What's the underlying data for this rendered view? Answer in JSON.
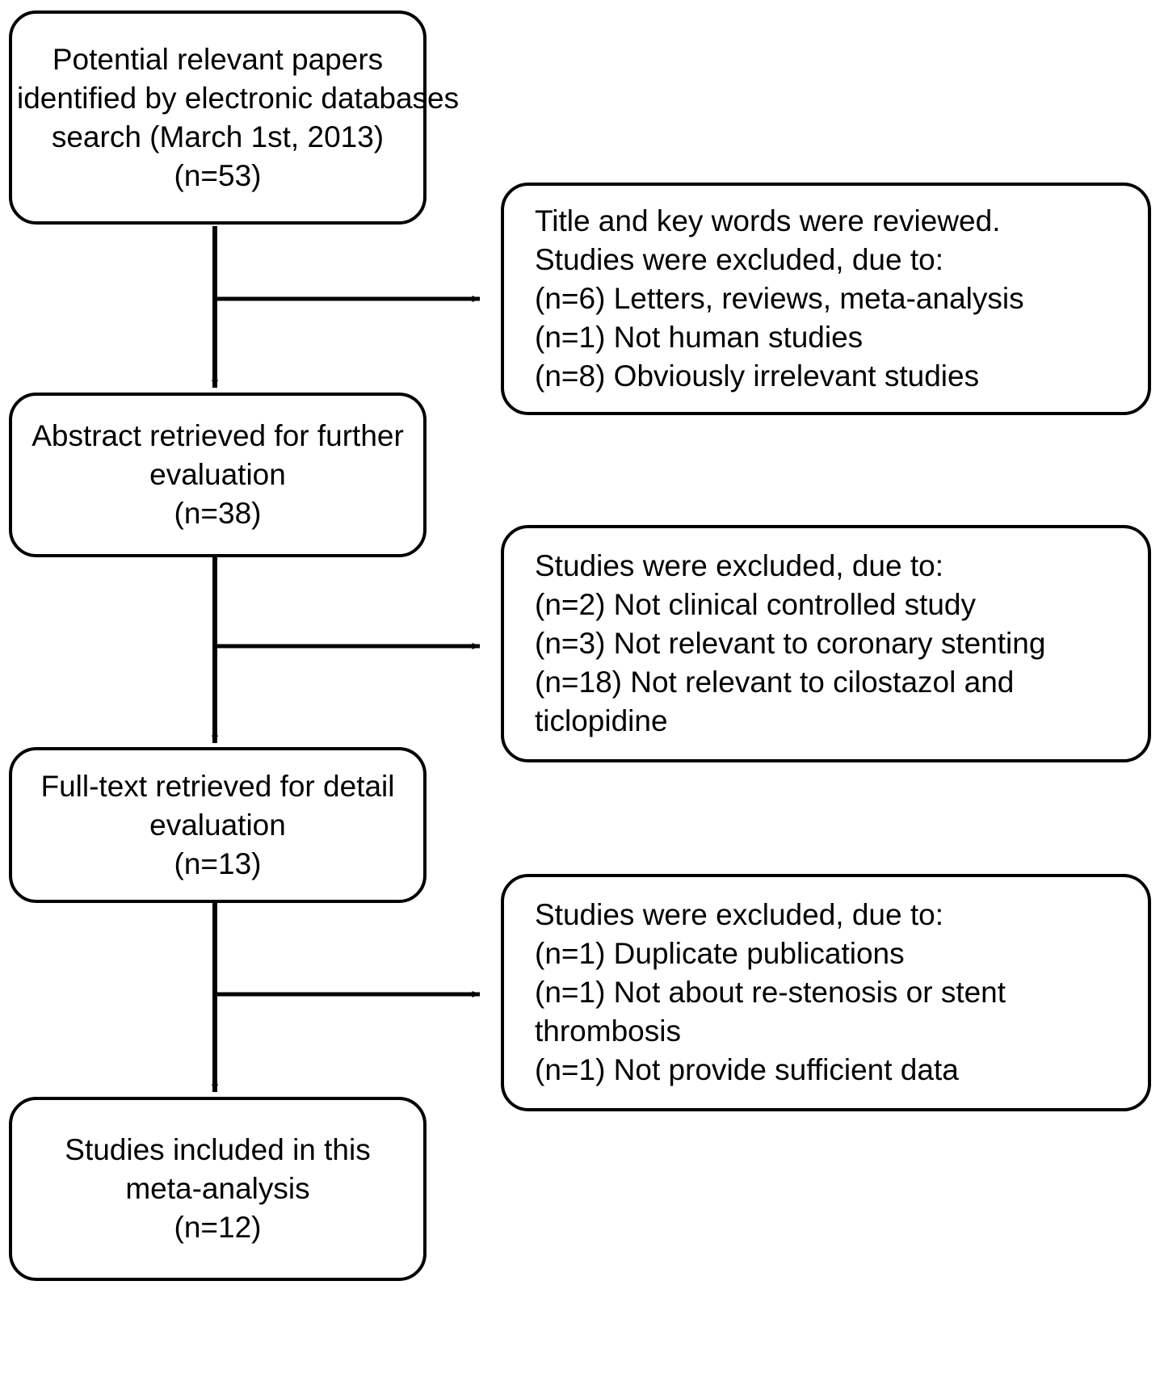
{
  "diagram": {
    "title": "PRISMA study selection flow diagram",
    "stroke_color": "#000000",
    "background_color": "#ffffff"
  },
  "stages": [
    {
      "id": "identification",
      "name": "potential-relevant-papers",
      "lines": [
        "Potential relevant papers",
        "identified by electronic databases",
        "search (March 1st, 2013)",
        "(n=53)"
      ],
      "count": 53
    },
    {
      "id": "abstract-screening",
      "name": "abstract-retrieved",
      "lines": [
        "Abstract retrieved for further",
        "evaluation",
        "(n=38)"
      ],
      "count": 38
    },
    {
      "id": "fulltext-screening",
      "name": "full-text-retrieved",
      "lines": [
        "Full-text retrieved for detail",
        "evaluation",
        "(n=13)"
      ],
      "count": 13
    },
    {
      "id": "included",
      "name": "studies-included",
      "lines": [
        "Studies included in this",
        "meta-analysis",
        "(n=12)"
      ],
      "count": 12
    }
  ],
  "exclusions": [
    {
      "id": "exclusion-1",
      "name": "title-keyword-exclusions",
      "lines": [
        "Title and key words were reviewed.",
        "Studies were excluded, due to:",
        "(n=6) Letters, reviews, meta-analysis",
        "(n=1) Not human studies",
        "(n=8) Obviously irrelevant studies"
      ],
      "reasons": [
        {
          "n": 6,
          "reason": "Letters, reviews, meta-analysis"
        },
        {
          "n": 1,
          "reason": "Not human studies"
        },
        {
          "n": 8,
          "reason": "Obviously irrelevant studies"
        }
      ]
    },
    {
      "id": "exclusion-2",
      "name": "abstract-stage-exclusions",
      "lines": [
        "Studies were excluded, due to:",
        "(n=2) Not clinical controlled study",
        "(n=3) Not relevant to coronary stenting",
        "(n=18) Not relevant to cilostazol and",
        "ticlopidine"
      ],
      "reasons": [
        {
          "n": 2,
          "reason": "Not clinical controlled study"
        },
        {
          "n": 3,
          "reason": "Not relevant to coronary stenting"
        },
        {
          "n": 18,
          "reason": "Not relevant to cilostazol and ticlopidine"
        }
      ]
    },
    {
      "id": "exclusion-3",
      "name": "fulltext-stage-exclusions",
      "lines": [
        "Studies were excluded, due to:",
        "(n=1) Duplicate publications",
        "(n=1) Not about re-stenosis or stent",
        "thrombosis",
        "(n=1) Not provide sufficient data"
      ],
      "reasons": [
        {
          "n": 1,
          "reason": "Duplicate publications"
        },
        {
          "n": 1,
          "reason": "Not about re-stenosis or stent thrombosis"
        },
        {
          "n": 1,
          "reason": "Not provide sufficient data"
        }
      ]
    }
  ]
}
